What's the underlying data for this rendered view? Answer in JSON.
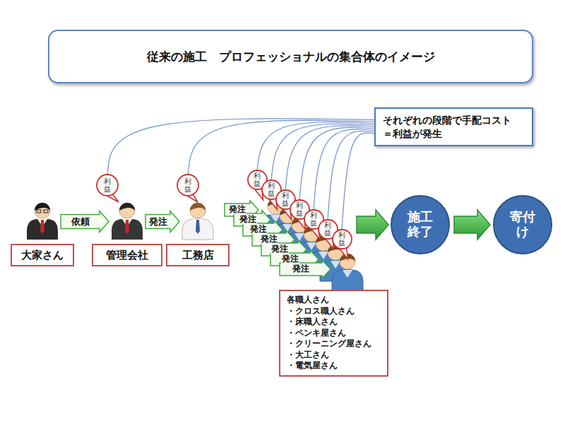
{
  "diagram": {
    "title": "従来の施工　プロフェッショナルの集合体のイメージ",
    "nodes": [
      {
        "text": [
          "それぞれの段階で手配コスト ＝利益が発生"
        ]
      },
      {
        "text": [
          "利益"
        ]
      },
      {
        "text": [
          "利益"
        ]
      },
      {
        "text": [
          "利益"
        ]
      },
      {
        "text": [
          "利益"
        ]
      },
      {
        "text": [
          "利益"
        ]
      },
      {
        "text": [
          "利益"
        ]
      },
      {
        "text": [
          "利益"
        ]
      },
      {
        "text": [
          "利益"
        ]
      },
      {
        "text": [
          "利益"
        ]
      },
      {
        "text": [
          "大家さん"
        ]
      },
      {
        "text": [
          "管理会社"
        ]
      },
      {
        "text": [
          "工務店"
        ]
      },
      {
        "text": [
          "各職人さん",
          "・クロス職人さん",
          "・床職人さん",
          "・ペンキ屋さん",
          "・クリーニング屋さん",
          "・大工さん",
          "・電気屋さん"
        ]
      },
      {
        "text": [
          "施工終了"
        ]
      },
      {
        "text": [
          "寄付け"
        ]
      }
    ],
    "edges": [
      {
        "from": 10,
        "to": 11,
        "label": "依頼",
        "arrow": "to"
      },
      {
        "from": 11,
        "to": 12,
        "label": "発注",
        "arrow": "to"
      },
      {
        "from": 12,
        "to": 13,
        "label": "発注",
        "arrow": "to"
      },
      {
        "from": 12,
        "to": 13,
        "label": "発注",
        "arrow": "to"
      },
      {
        "from": 12,
        "to": 13,
        "label": "発注",
        "arrow": "to"
      },
      {
        "from": 12,
        "to": 13,
        "label": "発注",
        "arrow": "to"
      },
      {
        "from": 12,
        "to": 13,
        "label": "発注",
        "arrow": "to"
      },
      {
        "from": 12,
        "to": 13,
        "label": "発注",
        "arrow": "to"
      },
      {
        "from": 12,
        "to": 13,
        "label": "発注",
        "arrow": "to"
      },
      {
        "from": 13,
        "to": 14,
        "arrow": "to"
      },
      {
        "from": 14,
        "to": 15,
        "arrow": "to"
      },
      {
        "from": 1,
        "to": 0,
        "arrow": "none"
      },
      {
        "from": 2,
        "to": 0,
        "arrow": "none"
      },
      {
        "from": 3,
        "to": 0,
        "arrow": "none"
      },
      {
        "from": 4,
        "to": 0,
        "arrow": "none"
      },
      {
        "from": 5,
        "to": 0,
        "arrow": "none"
      },
      {
        "from": 6,
        "to": 0,
        "arrow": "none"
      },
      {
        "from": 7,
        "to": 0,
        "arrow": "none"
      },
      {
        "from": 8,
        "to": 0,
        "arrow": "none"
      },
      {
        "from": 9,
        "to": 0,
        "arrow": "none"
      }
    ]
  }
}
